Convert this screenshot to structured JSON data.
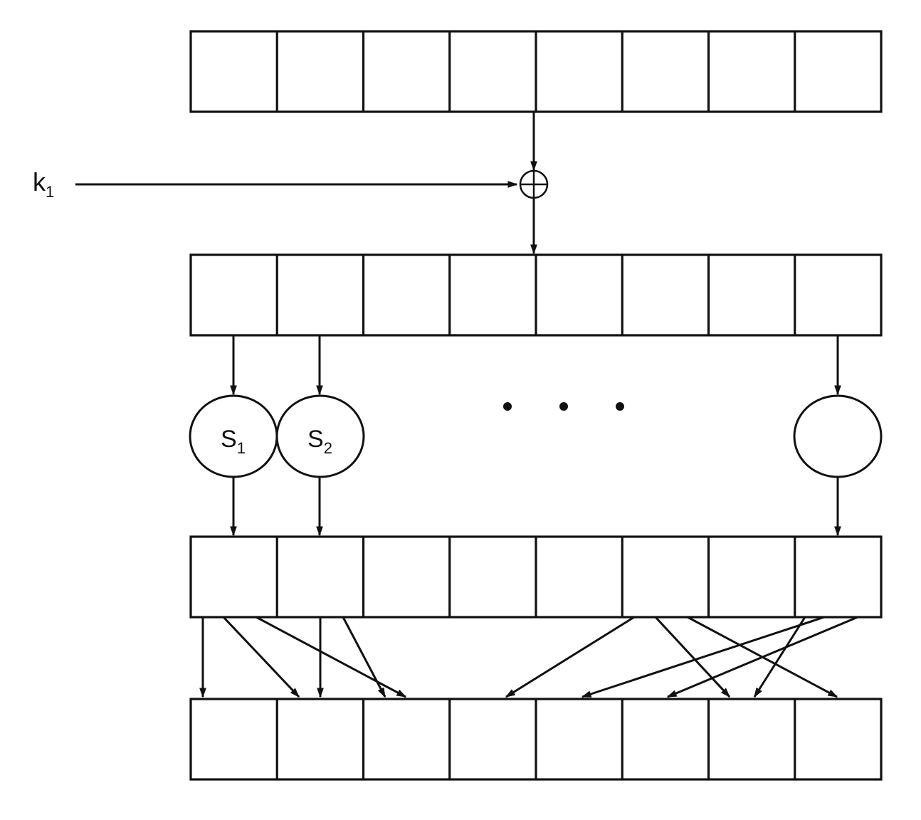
{
  "key_label": {
    "main": "k",
    "sub": "1"
  },
  "sboxes": [
    {
      "main": "S",
      "sub": "1"
    },
    {
      "main": "S",
      "sub": "2"
    },
    {
      "main": "",
      "sub": ""
    }
  ],
  "icons": {
    "xor": "circled-plus-icon",
    "ellipsis": "horizontal-ellipsis-icon"
  },
  "colors": {
    "stroke": "#111111",
    "background": "#ffffff"
  }
}
